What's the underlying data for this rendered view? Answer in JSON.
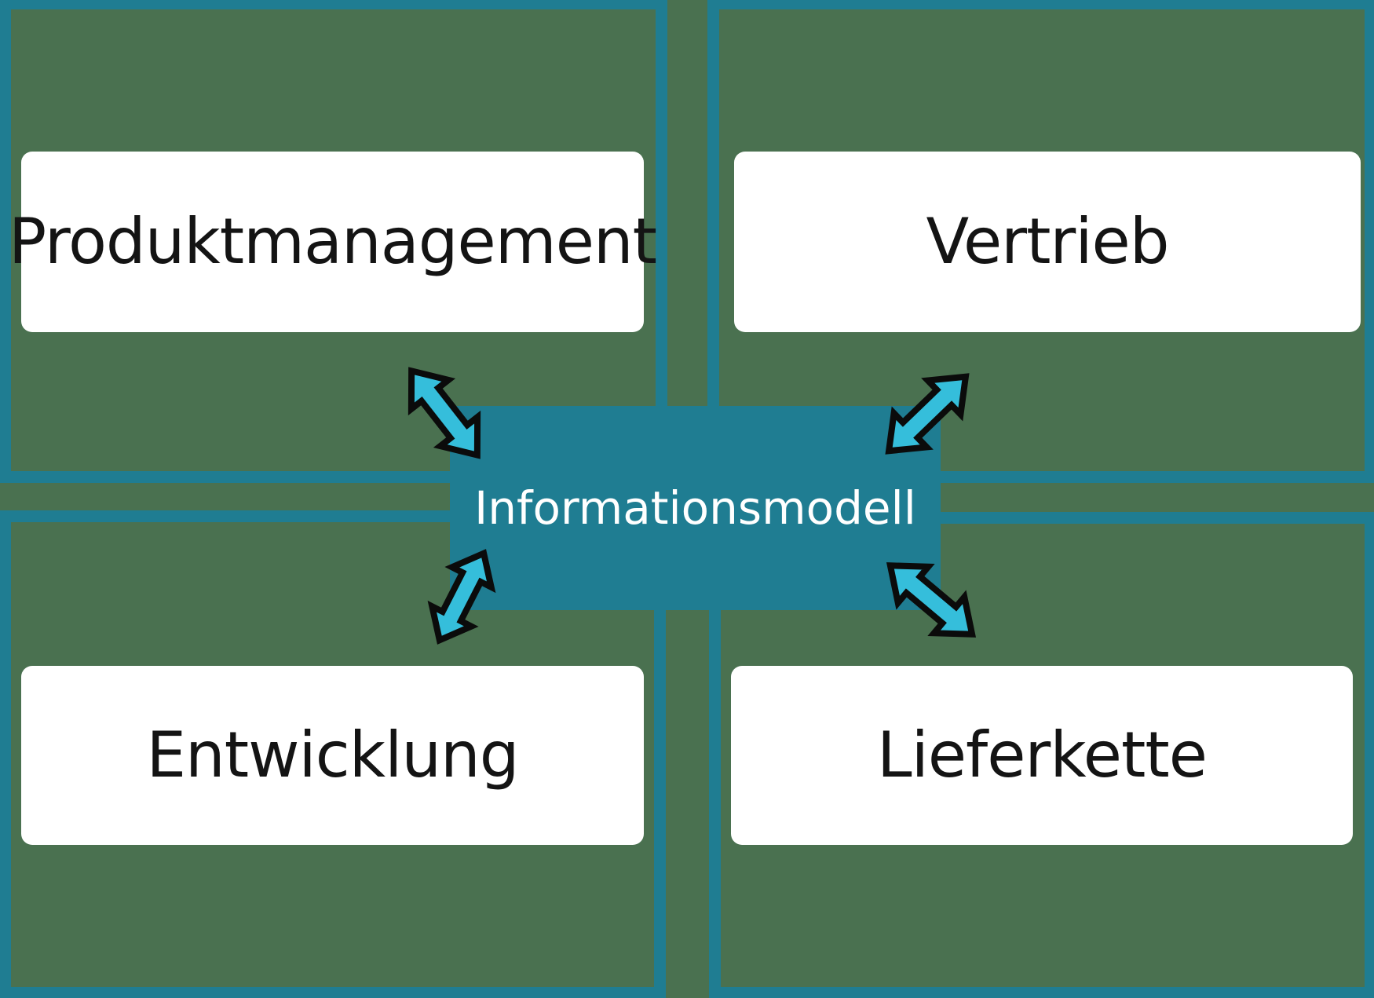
{
  "theme": {
    "green": "#4A7150",
    "teal": "#1F7D92",
    "arrow": "#35BEDB",
    "outline": "#0B0B0B",
    "boxwhite": "#FFFFFF",
    "labeltext": "#141414",
    "centertext": "#FFFFFF"
  },
  "center": {
    "label": "Informationsmodell"
  },
  "quadrants": [
    {
      "id": "produktmanagement",
      "position": "top-left",
      "label": "Produktmanagement"
    },
    {
      "id": "vertrieb",
      "position": "top-right",
      "label": "Vertrieb"
    },
    {
      "id": "entwicklung",
      "position": "bottom-left",
      "label": "Entwicklung"
    },
    {
      "id": "lieferkette",
      "position": "bottom-right",
      "label": "Lieferkette"
    }
  ],
  "arrows": [
    {
      "id": "arrow-produktmanagement",
      "connects": [
        "Informationsmodell",
        "Produktmanagement"
      ],
      "type": "double-headed"
    },
    {
      "id": "arrow-vertrieb",
      "connects": [
        "Informationsmodell",
        "Vertrieb"
      ],
      "type": "double-headed"
    },
    {
      "id": "arrow-entwicklung",
      "connects": [
        "Informationsmodell",
        "Entwicklung"
      ],
      "type": "double-headed"
    },
    {
      "id": "arrow-lieferkette",
      "connects": [
        "Informationsmodell",
        "Lieferkette"
      ],
      "type": "double-headed"
    }
  ]
}
